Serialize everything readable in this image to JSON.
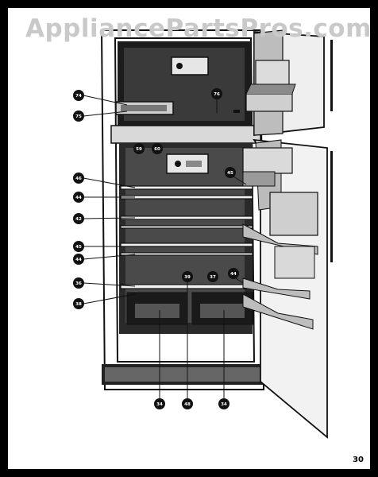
{
  "watermark": "AppliancePartsPros.com",
  "page_number": "30",
  "callouts": [
    {
      "label": "74"
    },
    {
      "label": "75"
    },
    {
      "label": "76"
    },
    {
      "label": "59"
    },
    {
      "label": "60"
    },
    {
      "label": "46"
    },
    {
      "label": "45"
    },
    {
      "label": "44"
    },
    {
      "label": "42"
    },
    {
      "label": "45"
    },
    {
      "label": "44"
    },
    {
      "label": "39"
    },
    {
      "label": "37"
    },
    {
      "label": "44"
    },
    {
      "label": "36"
    },
    {
      "label": "38"
    },
    {
      "label": "34"
    },
    {
      "label": "48"
    },
    {
      "label": "34"
    }
  ],
  "colors": {
    "ink": "#111111",
    "speckle": "#4a4a4a",
    "watermark": "#c9c9c9"
  }
}
